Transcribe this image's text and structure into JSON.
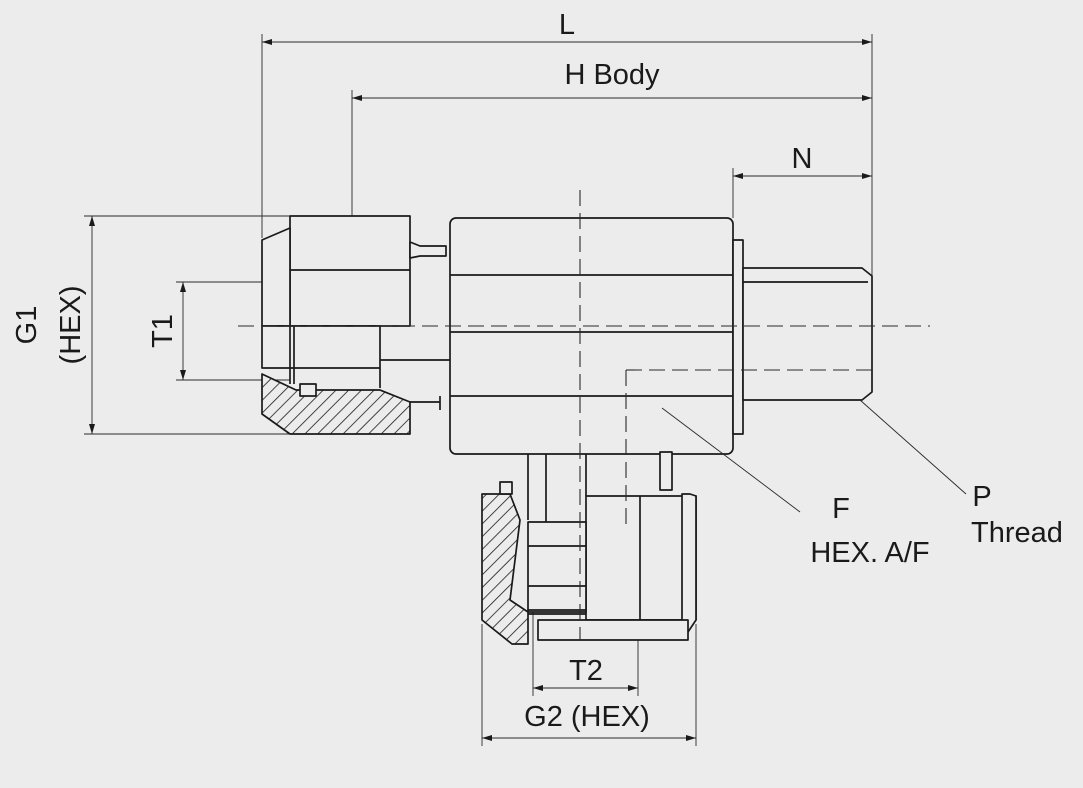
{
  "labels": {
    "L": "L",
    "H_body": "H Body",
    "N": "N",
    "G1": "G1",
    "G1_hex": "(HEX)",
    "T1": "T1",
    "T2": "T2",
    "G2_hex": "G2 (HEX)",
    "F": "F",
    "F_hex": "HEX. A/F",
    "P": "P",
    "P_thread": "Thread"
  },
  "colors": {
    "background": "#ececec",
    "line": "#1a1a1a"
  }
}
